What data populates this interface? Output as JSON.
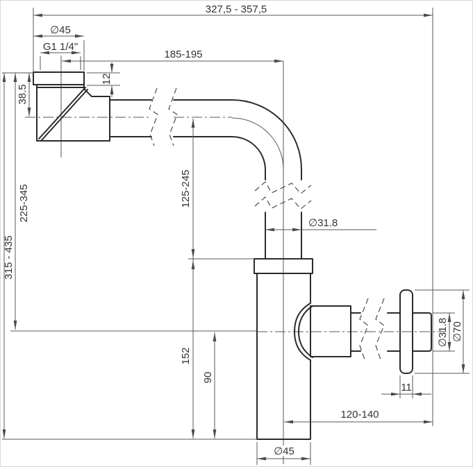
{
  "page": {
    "background": "#ffffff",
    "border_color": "#d9d9d9"
  },
  "drawing": {
    "description": "Bottle trap siphon dimensional drawing",
    "line_color": "#2b2b2b",
    "dim_line_color": "#575757",
    "text_color": "#333333",
    "dimensions": {
      "overall_width": "327,5 - 357,5",
      "inlet_nut_diameter": "∅45",
      "inlet_thread": "G1 1/4\"",
      "inlet_center_to_pipe_center": "185-195",
      "nut_height": "12",
      "inlet_depth": "38.5",
      "inlet_to_outlet_axis": "225-345",
      "overall_height": "315 - 435",
      "vertical_pipe_adjust": "125-245",
      "vertical_pipe_diameter": "∅31.8",
      "trap_body_height": "152",
      "outlet_axis_height": "90",
      "trap_body_diameter": "∅45",
      "trap_center_to_wall": "120-140",
      "flange_thickness": "11",
      "outlet_pipe_diameter": "∅31.8",
      "flange_diameter": "∅70"
    }
  }
}
